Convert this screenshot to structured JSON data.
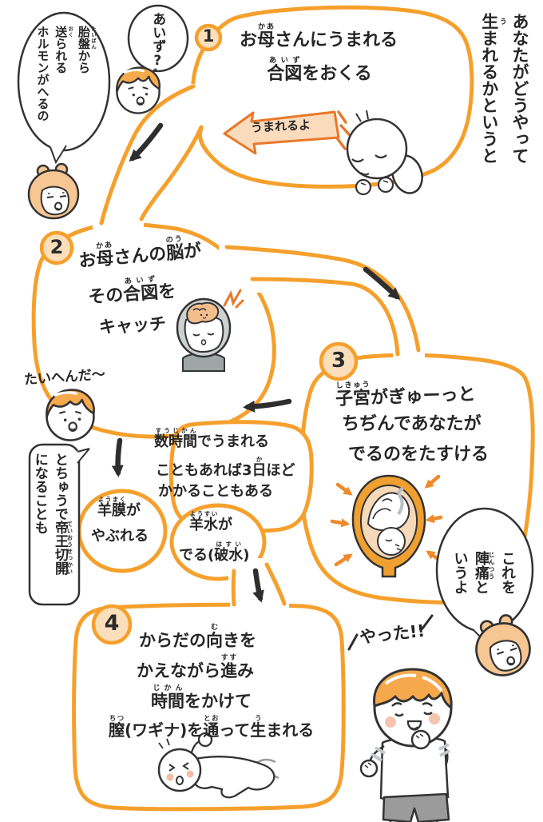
{
  "page_title": {
    "lines": [
      [
        "あなたがどうやって"
      ],
      [
        [
          "生",
          "う"
        ],
        "まれるかというと"
      ]
    ]
  },
  "steps": {
    "s1": {
      "num": "1",
      "lines": [
        [
          "お",
          [
            "母",
            "かあ"
          ],
          "さんにうまれる"
        ],
        [
          [
            "合図",
            "あいず"
          ],
          "をおくる"
        ]
      ]
    },
    "s2": {
      "num": "2",
      "lines": [
        [
          "お",
          [
            "母",
            "かあ"
          ],
          "さんの",
          [
            "脳",
            "のう"
          ],
          "が"
        ],
        [
          "その",
          [
            "合図",
            "あいず"
          ],
          "を"
        ],
        [
          "キャッチ"
        ]
      ]
    },
    "s3": {
      "num": "3",
      "lines": [
        [
          [
            "子宮",
            "しきゅう"
          ],
          "がぎゅーっと"
        ],
        [
          "ちぢんであなたが"
        ],
        [
          "でるのをたすける"
        ]
      ]
    },
    "s4": {
      "num": "4",
      "lines": [
        [
          "からだの",
          [
            "向",
            "む"
          ],
          "きを"
        ],
        [
          "かえながら",
          [
            "進",
            "すす"
          ],
          "み"
        ],
        [
          [
            "時間",
            "じかん"
          ],
          "をかけて"
        ],
        [
          [
            "膣",
            "ちつ"
          ],
          "(ワギナ)を",
          [
            "通",
            "とお"
          ],
          "って",
          [
            "生",
            "う"
          ],
          "まれる"
        ]
      ]
    }
  },
  "notes": {
    "duration": {
      "lines": [
        [
          [
            "数時間",
            "すうじかん"
          ],
          "でうまれる"
        ],
        [
          "こともあれば3",
          [
            "日",
            "か"
          ],
          "ほど"
        ],
        [
          "かかることもある"
        ]
      ]
    },
    "amnion": {
      "lines": [
        [
          [
            "羊膜",
            "ようまく"
          ],
          "が"
        ],
        [
          "やぶれる"
        ]
      ]
    },
    "water": {
      "lines": [
        [
          [
            "羊水",
            "ようすい"
          ],
          "が"
        ],
        [
          "でる(",
          [
            "破水",
            "はすい"
          ],
          ")"
        ]
      ]
    }
  },
  "bubbles": {
    "aizu": {
      "lines": [
        [
          "あいず?"
        ]
      ]
    },
    "hormone": {
      "lines": [
        [
          [
            "胎盤",
            "たいばん"
          ],
          "から"
        ],
        [
          [
            "送",
            "おく"
          ],
          "られる"
        ],
        [
          "ホルモンがへるの"
        ]
      ]
    },
    "caesarean": {
      "lines": [
        [
          "とちゅうで",
          [
            "帝王切開",
            "ていおうせっかい"
          ]
        ],
        [
          "になることも"
        ]
      ]
    },
    "jintsu": {
      "lines": [
        [
          "これを"
        ],
        [
          [
            "陣痛",
            "じんつう"
          ],
          "と"
        ],
        [
          "いうよ"
        ]
      ]
    },
    "taihen": {
      "lines": [
        [
          "たいへんだ〜"
        ]
      ]
    },
    "yatta": {
      "lines": [
        [
          "やった!!"
        ]
      ]
    },
    "umareru": {
      "lines": [
        [
          "うまれるよ"
        ]
      ]
    }
  },
  "icons": {
    "fetus": "fetus-baby-illustration",
    "boy": "boy-face-icon",
    "mother": "mother-face-icon",
    "brain_mother": "mother-brain-catch-illustration",
    "uterus": "uterus-with-baby-illustration",
    "newborn": "newborn-baby-illustration",
    "celebrating_boy": "celebrating-boy-illustration"
  },
  "colors": {
    "path_orange": "#F5A02C",
    "circle_fill": "#FBDFBB",
    "banner_fill": "#FADCBD",
    "banner_stroke": "#E8782A",
    "ink": "#2E2E2E",
    "boy_hair": "#F5AA4E",
    "mom_hair": "#F6C693",
    "brain": "#F2BE8E",
    "uterus_ring": "#F0A030",
    "uterus_inner": "#F6D9B9",
    "gray_hair": "#CDD1D0"
  }
}
